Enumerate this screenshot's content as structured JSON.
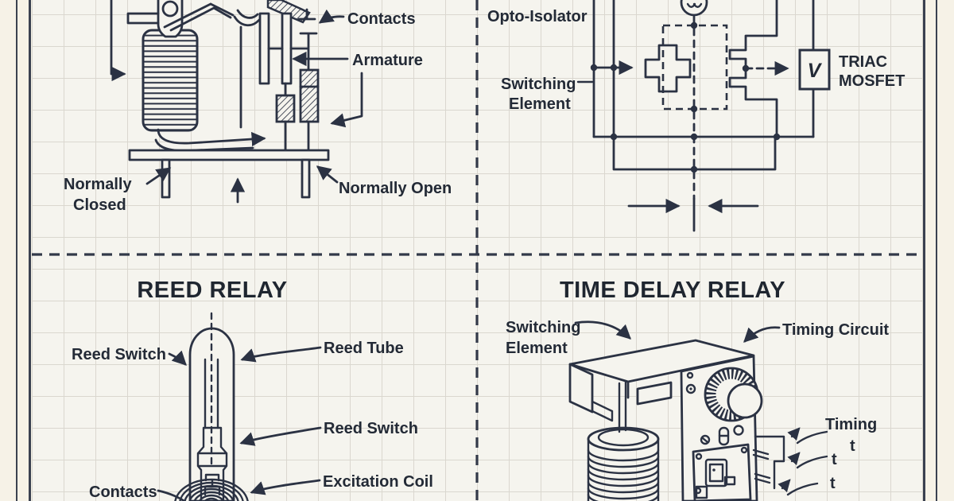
{
  "style": {
    "ink": "#2b3243",
    "paper": "#f5f4ee",
    "margin": "#f6f2e7",
    "grid": "#dad7cf",
    "text": "#232a36"
  },
  "q1_electromechanical_relay": {
    "labels": {
      "contacts": "Contacts",
      "armature": "Armature",
      "normally_closed_line1": "Normally",
      "normally_closed_line2": "Closed",
      "normally_open": "Normally Open"
    }
  },
  "q2_solid_state_relay": {
    "labels": {
      "opto_isolator": "Opto-Isolator",
      "switching_line1": "Switching",
      "switching_line2": "Element",
      "triac": "TRIAC",
      "mosfet": "MOSFET",
      "v_box": "V"
    }
  },
  "q3_reed_relay": {
    "title": "REED RELAY",
    "labels": {
      "reed_switch_left": "Reed Switch",
      "reed_tube": "Reed Tube",
      "reed_switch_right": "Reed Switch",
      "excitation_coil": "Excitation Coil",
      "contacts": "Contacts"
    }
  },
  "q4_time_delay_relay": {
    "title": "TIME DELAY RELAY",
    "labels": {
      "switching_line1": "Switching",
      "switching_line2": "Element",
      "timing_circuit": "Timing Circuit",
      "timing": "Timing",
      "t1": "t",
      "t2": "t",
      "t3": "t"
    }
  }
}
